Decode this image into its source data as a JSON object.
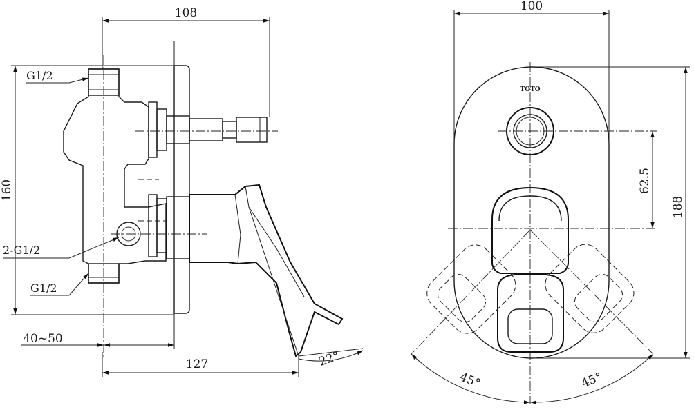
{
  "left_view": {
    "dim_top": "108",
    "dim_height": "160",
    "dim_bottom": "127",
    "dim_depth": "40~50",
    "angle": "22°",
    "labels": {
      "top_port": "G1/2",
      "side_port": "2-G1/2",
      "bottom_port": "G1/2"
    }
  },
  "right_view": {
    "dim_width": "100",
    "dim_center": "62.5",
    "dim_height": "188",
    "angle_left": "45°",
    "angle_right": "45°",
    "brand": "TOTO"
  }
}
